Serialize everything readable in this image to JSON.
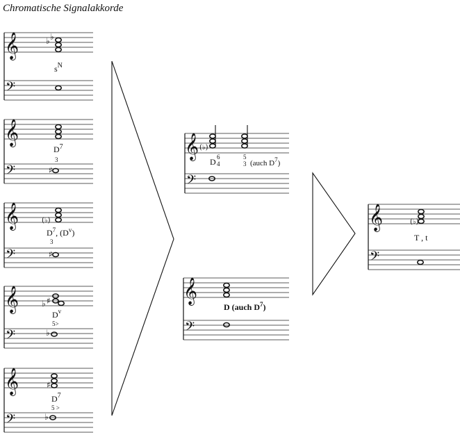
{
  "title": "Chromatische Signalakkorde",
  "left_column": [
    {
      "label": "s",
      "sup": "N",
      "sub": ""
    },
    {
      "label": "D",
      "sup": "7",
      "sub": "3"
    },
    {
      "label": "D",
      "sup": "7",
      "sub": "3",
      "extra": ", (D",
      "extra_sup": "v",
      "extra_end": ")"
    },
    {
      "label": "D",
      "sup": "v",
      "sub": "5>"
    },
    {
      "label": "D",
      "sup": "7",
      "sub": "5 >"
    }
  ],
  "middle_top": {
    "a_label": "D",
    "a_fig_top": "6",
    "a_fig_bot": "4",
    "b_fig_top": "5",
    "b_fig_bot": "3",
    "b_text": "(auch D",
    "b_sup": "7",
    "b_end": ")"
  },
  "middle_bottom": {
    "text": "D (auch D",
    "sup": "7",
    "end": ")"
  },
  "right": {
    "text": "T , t"
  },
  "symbols": {
    "treble": "𝄞",
    "bass": "𝄢",
    "flat": "♭",
    "sharp": "♯",
    "natural_paren": "(♮)"
  }
}
